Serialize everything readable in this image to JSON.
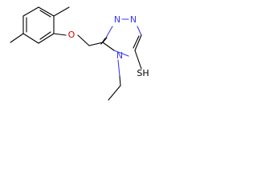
{
  "molecule": {
    "atoms": {
      "oxygen": {
        "label": "O",
        "color": "#d40000"
      },
      "nitrogen_top_left": {
        "label": "N",
        "color": "#3a3af2"
      },
      "nitrogen_top_right": {
        "label": "N",
        "color": "#3a3af2"
      },
      "nitrogen_bottom": {
        "label": "N",
        "color": "#3a3af2"
      },
      "thiol": {
        "label": "SH",
        "color": "#000000"
      }
    },
    "colors": {
      "bond": "#000000",
      "nitrogen_bond": "#3a3af2"
    }
  }
}
